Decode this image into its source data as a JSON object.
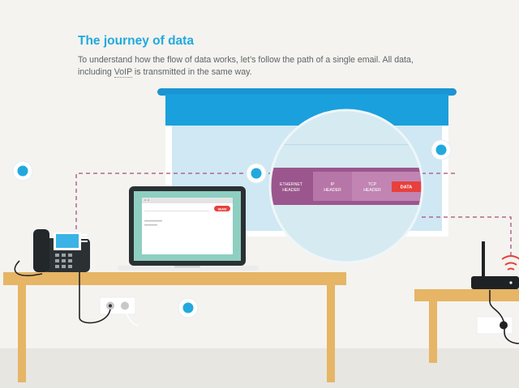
{
  "page": {
    "title": "The journey of data",
    "intro_before": "To understand how the flow of data works, let’s follow the path of a single email. All data, including ",
    "intro_link": "VoIP",
    "intro_after": " is transmitted in the same way."
  },
  "laptop": {
    "send_label": "SEND"
  },
  "packet": {
    "segments": [
      {
        "label_line1": "ETHERNET",
        "label_line2": "HEADER",
        "color": "#a25d94"
      },
      {
        "label_line1": "IP",
        "label_line2": "HEADER",
        "color": "#b776a8"
      },
      {
        "label_line1": "TCP",
        "label_line2": "HEADER",
        "color": "#c184b3"
      },
      {
        "label_line1": "DATA",
        "label_line2": "",
        "color": "#e8403c"
      }
    ]
  },
  "colors": {
    "accent": "#21a9de",
    "background": "#f4f3ef",
    "desk": "#e6b566",
    "screen_frame": "#1aa0dc",
    "dashed_path": "#b0698f",
    "send_button": "#e8403c",
    "router_signal": "#e8403c"
  },
  "icons": {
    "hotspot": "info-dot-icon",
    "phone": "desk-phone-icon",
    "router": "wifi-router-icon",
    "socket": "power-socket-icon"
  }
}
